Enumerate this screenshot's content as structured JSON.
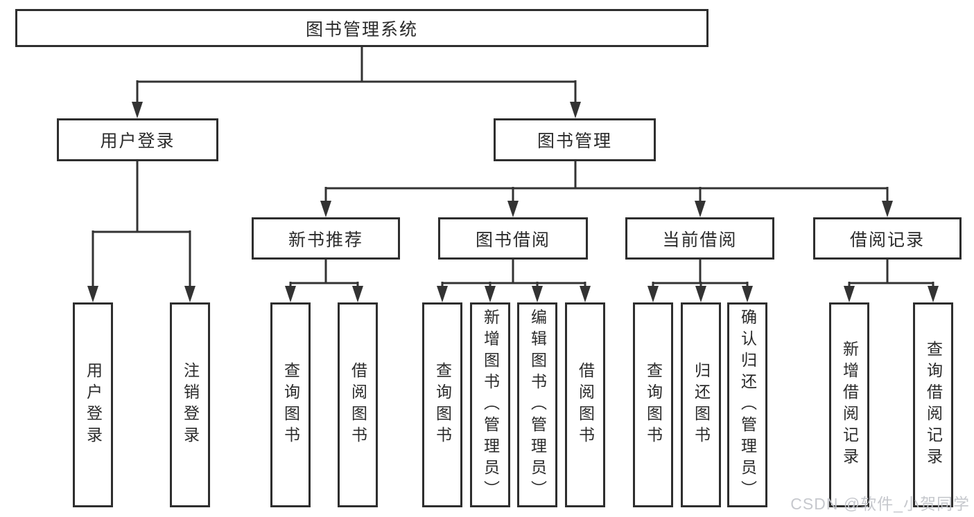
{
  "diagram": {
    "root": {
      "label": "图书管理系统"
    },
    "branches": [
      {
        "label": "用户登录",
        "children": [
          {
            "label": "用户登录"
          },
          {
            "label": "注销登录"
          }
        ]
      },
      {
        "label": "图书管理",
        "children": [
          {
            "label": "新书推荐",
            "children": [
              {
                "label": "查询图书"
              },
              {
                "label": "借阅图书"
              }
            ]
          },
          {
            "label": "图书借阅",
            "children": [
              {
                "label": "查询图书"
              },
              {
                "label": "新增图书（管理员）"
              },
              {
                "label": "编辑图书（管理员）"
              },
              {
                "label": "借阅图书"
              }
            ]
          },
          {
            "label": "当前借阅",
            "children": [
              {
                "label": "查询图书"
              },
              {
                "label": "归还图书"
              },
              {
                "label": "确认归还（管理员）"
              }
            ]
          },
          {
            "label": "借阅记录",
            "children": [
              {
                "label": "新增借阅记录"
              },
              {
                "label": "查询借阅记录"
              }
            ]
          }
        ]
      }
    ]
  },
  "watermark": {
    "text": "CSDN @软件_小贺同学"
  },
  "colors": {
    "line": "#333333",
    "box_border": "#2e2e2e",
    "text": "#2b2b2b",
    "watermark": "#c3c5ca",
    "background": "#ffffff"
  }
}
